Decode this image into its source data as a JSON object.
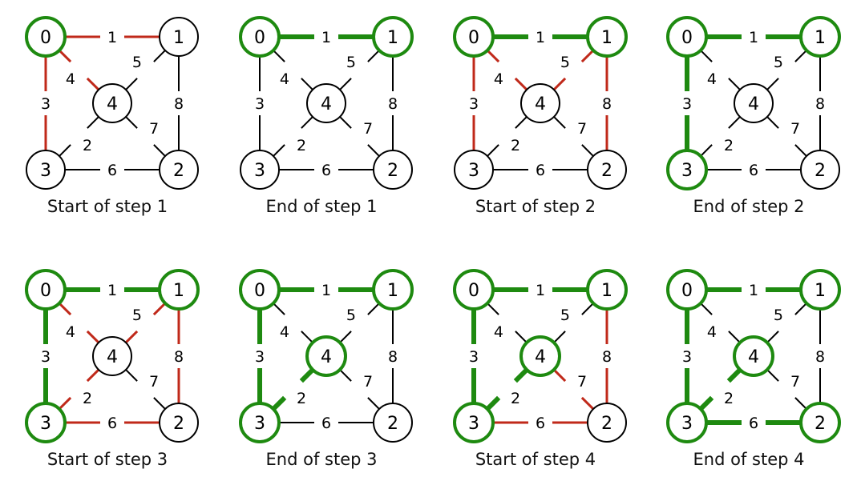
{
  "colors": {
    "selected": "#1e8a10",
    "candidate": "#c0291a",
    "plain": "#000000",
    "node_fill": "#ffffff"
  },
  "nodes": [
    "0",
    "1",
    "2",
    "3",
    "4"
  ],
  "edges": [
    {
      "id": "e01",
      "from": "0",
      "to": "1",
      "weight": "1"
    },
    {
      "id": "e03",
      "from": "0",
      "to": "3",
      "weight": "3"
    },
    {
      "id": "e04",
      "from": "0",
      "to": "4",
      "weight": "4"
    },
    {
      "id": "e14",
      "from": "1",
      "to": "4",
      "weight": "5"
    },
    {
      "id": "e12",
      "from": "1",
      "to": "2",
      "weight": "8"
    },
    {
      "id": "e34",
      "from": "3",
      "to": "4",
      "weight": "2"
    },
    {
      "id": "e24",
      "from": "2",
      "to": "4",
      "weight": "7"
    },
    {
      "id": "e32",
      "from": "3",
      "to": "2",
      "weight": "6"
    }
  ],
  "panels": [
    {
      "caption": "Start of step 1",
      "tree_nodes": [
        "0"
      ],
      "tree_edges": [],
      "candidate_edges": [
        "e01",
        "e03",
        "e04"
      ]
    },
    {
      "caption": "End of step 1",
      "tree_nodes": [
        "0",
        "1"
      ],
      "tree_edges": [
        "e01"
      ],
      "candidate_edges": []
    },
    {
      "caption": "Start of step 2",
      "tree_nodes": [
        "0",
        "1"
      ],
      "tree_edges": [
        "e01"
      ],
      "candidate_edges": [
        "e03",
        "e04",
        "e14",
        "e12"
      ]
    },
    {
      "caption": "End of step 2",
      "tree_nodes": [
        "0",
        "1",
        "3"
      ],
      "tree_edges": [
        "e01",
        "e03"
      ],
      "candidate_edges": []
    },
    {
      "caption": "Start of step 3",
      "tree_nodes": [
        "0",
        "1",
        "3"
      ],
      "tree_edges": [
        "e01",
        "e03"
      ],
      "candidate_edges": [
        "e04",
        "e14",
        "e12",
        "e34",
        "e32"
      ]
    },
    {
      "caption": "End of step 3",
      "tree_nodes": [
        "0",
        "1",
        "3",
        "4"
      ],
      "tree_edges": [
        "e01",
        "e03",
        "e34"
      ],
      "candidate_edges": []
    },
    {
      "caption": "Start of step 4",
      "tree_nodes": [
        "0",
        "1",
        "3",
        "4"
      ],
      "tree_edges": [
        "e01",
        "e03",
        "e34"
      ],
      "candidate_edges": [
        "e12",
        "e24",
        "e32"
      ]
    },
    {
      "caption": "End of step 4",
      "tree_nodes": [
        "0",
        "1",
        "2",
        "3",
        "4"
      ],
      "tree_edges": [
        "e01",
        "e03",
        "e34",
        "e32"
      ],
      "candidate_edges": []
    }
  ]
}
